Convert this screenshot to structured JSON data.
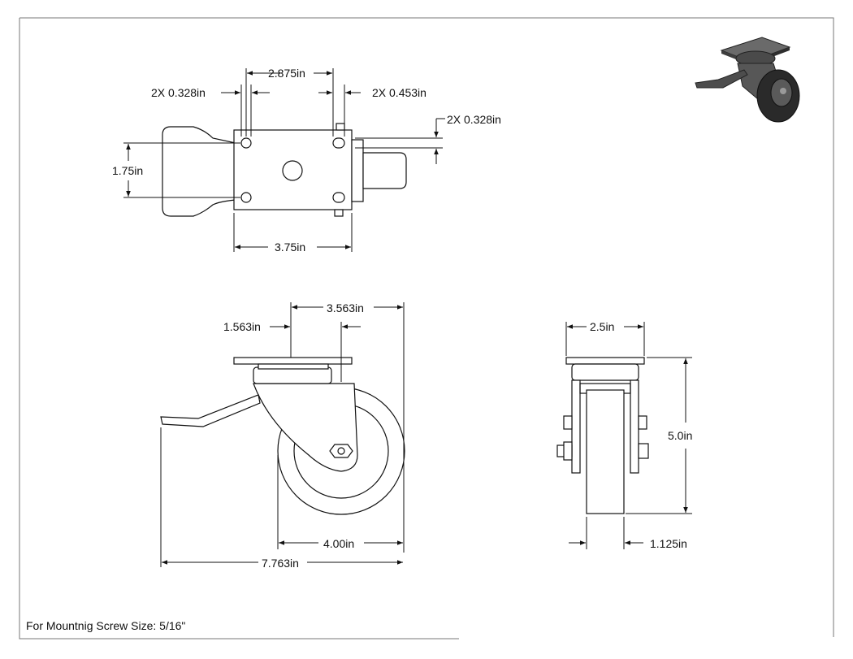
{
  "top_view": {
    "hole_spacing": "2.875in",
    "hole_dia_left": "2X 0.328in",
    "hole_dia_right": "2X 0.453in",
    "hole_dia_side": "2X 0.328in",
    "plate_width_short": "1.75in",
    "plate_length": "3.75in"
  },
  "side_view": {
    "offset": "1.563in",
    "top_span": "3.563in",
    "wheel_dia": "4.00in",
    "overall_length": "7.763in"
  },
  "front_view": {
    "plate_width": "2.5in",
    "height": "5.0in",
    "wheel_width": "1.125in"
  },
  "note": "For Mountnig Screw Size: 5/16\""
}
